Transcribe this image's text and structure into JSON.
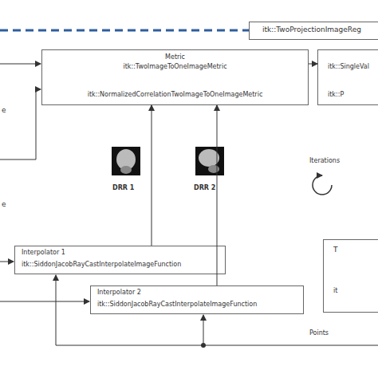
{
  "diagram": {
    "nodes": [
      {
        "text": [
          "itk::TwoProjectionImageReg"
        ]
      },
      {
        "text": [
          "Metric",
          "itk::TwoImageToOneImageMetric",
          "itk::NormalizedCorrelationTwoImageToOneImageMetric"
        ]
      },
      {
        "text": [
          "itk::SingleVal",
          "itk::P"
        ]
      },
      {
        "text": [
          "Interpolator 1",
          "itk::SiddonJacobRayCastInterpolateImageFunction"
        ]
      },
      {
        "text": [
          "Interpolator 2",
          "itk::SiddonJacobRayCastInterpolateImageFunction"
        ]
      },
      {
        "text": [
          "T",
          "it"
        ]
      }
    ],
    "edges": [
      {
        "from": 3,
        "to": 1,
        "arrow": "to"
      },
      {
        "from": 4,
        "to": 1,
        "arrow": "to"
      },
      {
        "from": 1,
        "to": 2,
        "arrow": "to"
      }
    ],
    "labels": [
      "DRR 1",
      "DRR 2",
      "Iterations",
      "Points",
      "e",
      "e"
    ]
  }
}
